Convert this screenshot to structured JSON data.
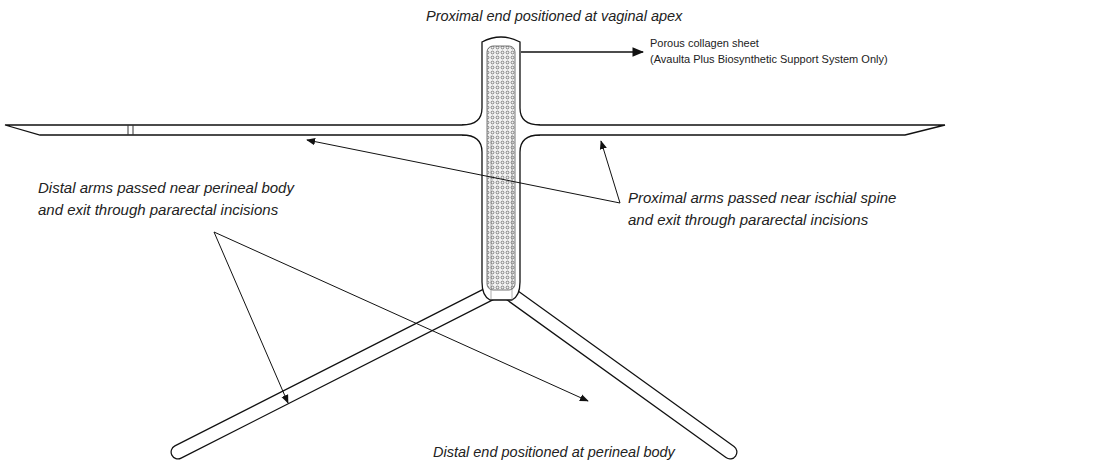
{
  "diagram": {
    "labels": [
      "Proximal end positioned at vaginal apex",
      "Porous collagen sheet",
      "(Avaulta Plus Biosynthetic Support System Only)",
      "Distal arms passed near perineal body and exit through pararectal incisions",
      "Proximal arms passed near ischial spine and exit through pararectal incisions",
      "Distal end positioned at perineal body"
    ]
  }
}
